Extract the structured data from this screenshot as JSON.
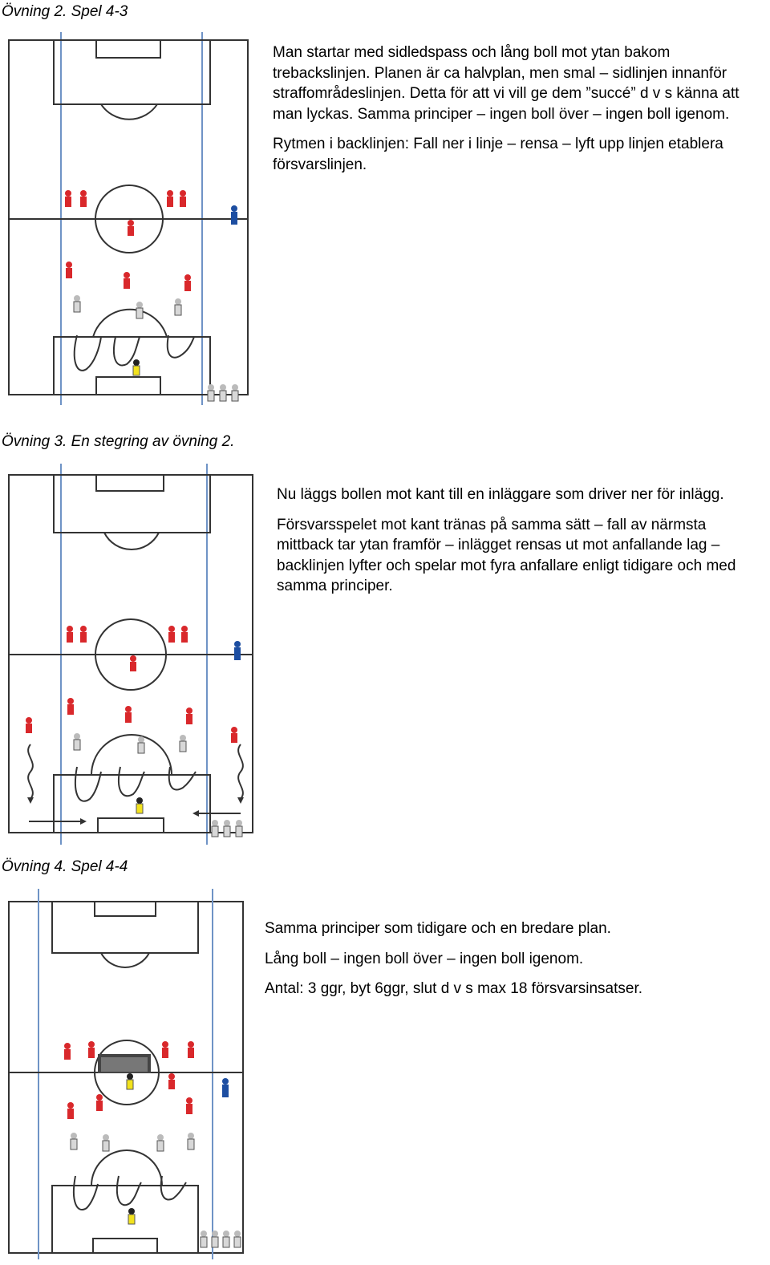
{
  "sections": [
    {
      "heading": "Övning 2. Spel 4-3",
      "paragraphs": [
        "Man startar med sidledspass och lång boll mot ytan bakom trebackslinjen. Planen är ca halvplan, men smal – sidlinjen innanför straffområdeslinjen. Detta för att vi vill ge dem ”succé” d v s känna att man lyckas. Samma principer – ingen boll över – ingen boll igenom.",
        "Rytmen i backlinjen: Fall ner i linje – rensa – lyft upp linjen etablera försvarslinjen."
      ]
    },
    {
      "heading": "Övning 3. En stegring av övning 2.",
      "paragraphs": [
        "Nu läggs bollen mot kant till en inläggare som driver ner för inlägg.",
        "Försvarsspelet mot kant tränas på samma sätt – fall av närmsta mittback tar ytan framför – inlägget rensas ut mot anfallande lag – backlinjen lyfter och spelar mot fyra anfallare enligt tidigare och med samma principer."
      ]
    },
    {
      "heading": "Övning 4. Spel 4-4",
      "paragraphs": [
        "Samma principer som tidigare och en bredare plan.",
        "Lång boll – ingen boll över – ingen boll igenom.",
        "Antal: 3 ggr, byt 6ggr, slut d v s max 18 försvarsinsatser."
      ]
    }
  ],
  "colors": {
    "attacker_shirt": "#d9282b",
    "defender_shirt": "#d8d8d8",
    "goalkeeper_shirt": "#f2e21d",
    "coach_shirt": "#1d4ea1",
    "corridor_line": "#6f93c6"
  }
}
